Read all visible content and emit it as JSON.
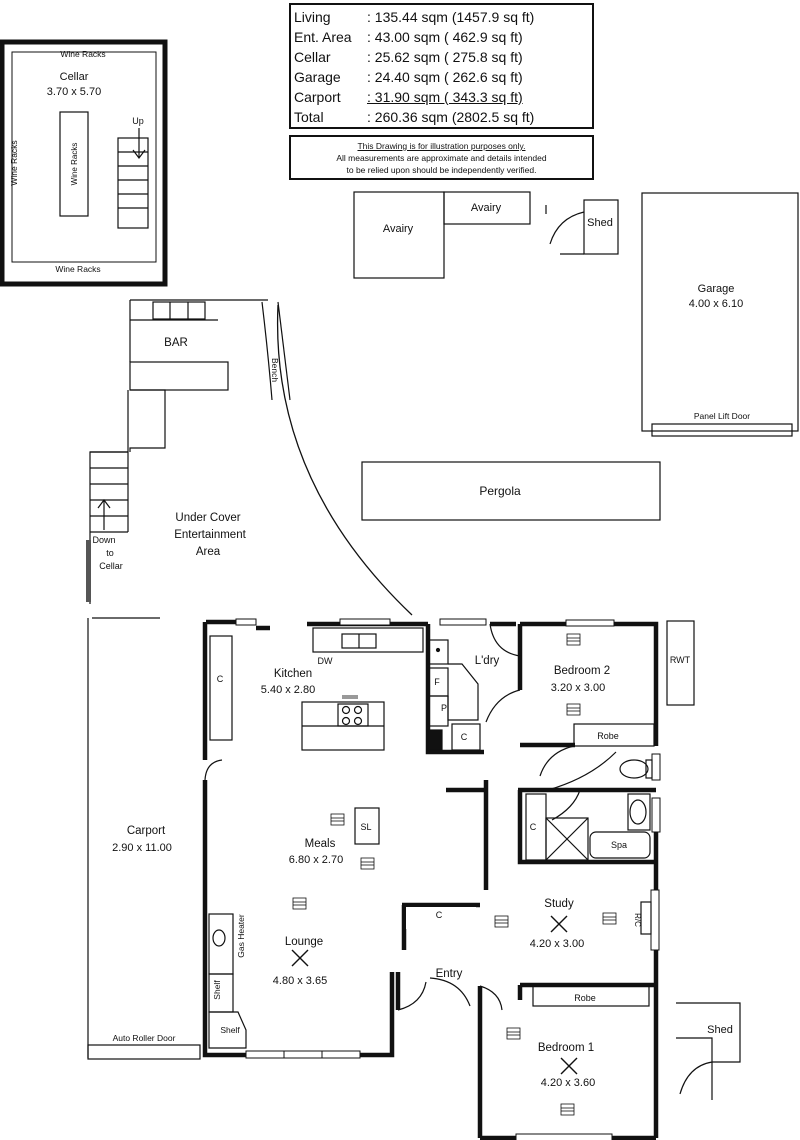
{
  "areas": {
    "living": {
      "label": "Living",
      "value": ": 135.44 sqm (1457.9 sq ft)"
    },
    "ent_area": {
      "label": "Ent. Area",
      "value": ":  43.00 sqm (  462.9 sq ft)"
    },
    "cellar": {
      "label": "Cellar",
      "value": ":  25.62 sqm (  275.8 sq ft)"
    },
    "garage": {
      "label": "Garage",
      "value": ":  24.40 sqm (  262.6 sq ft)"
    },
    "carport": {
      "label": "Carport",
      "value": ":  31.90 sqm (  343.3 sq ft)"
    },
    "total": {
      "label": "Total",
      "value": ": 260.36 sqm (2802.5 sq ft)"
    }
  },
  "disclaimer": {
    "line1": "This Drawing is for illustration purposes only.",
    "line2": "All measurements are approximate and details intended",
    "line3": "to be relied upon should be independently verified."
  },
  "cellar_inset": {
    "wine_racks_top": "Wine Racks",
    "wine_racks_bottom": "Wine Racks",
    "wine_racks_left": "Wine Racks",
    "wine_racks_center": "Wine Racks",
    "name": "Cellar",
    "size": "3.70 x 5.70",
    "up": "Up"
  },
  "outbuildings": {
    "avairy_left": "Avairy",
    "avairy_right": "Avairy",
    "shed_top": "Shed",
    "shed_bottom": "Shed",
    "garage_name": "Garage",
    "garage_size": "4.00 x 6.10",
    "panel_lift_door": "Panel Lift Door",
    "pergola": "Pergola"
  },
  "rooms": {
    "bar": "BAR",
    "bench": "Bench",
    "undercover_1": "Under Cover",
    "undercover_2": "Entertainment",
    "undercover_3": "Area",
    "down_1": "Down",
    "down_2": "to",
    "down_3": "Cellar",
    "kitchen_name": "Kitchen",
    "kitchen_size": "5.40 x 2.80",
    "dw": "DW",
    "c_kitchen": "C",
    "laundry": "L'dry",
    "f": "F",
    "p": "P",
    "c_laundry": "C",
    "bedroom2_name": "Bedroom 2",
    "bedroom2_size": "3.20 x 3.00",
    "robe_bed2": "Robe",
    "rwt": "RWT",
    "carport_name": "Carport",
    "carport_size": "2.90 x 11.00",
    "auto_roller_door": "Auto Roller Door",
    "meals_name": "Meals",
    "meals_size": "6.80 x 2.70",
    "sl": "SL",
    "c_bath": "C",
    "spa": "Spa",
    "gas_heater": "Gas Heater",
    "lounge_name": "Lounge",
    "lounge_size": "4.80 x 3.65",
    "shelf_1": "Shelf",
    "shelf_2": "Shelf",
    "c_hall": "C",
    "study_name": "Study",
    "study_size": "4.20 x 3.00",
    "rc": "R/C",
    "entry": "Entry",
    "robe_bed1": "Robe",
    "bedroom1_name": "Bedroom 1",
    "bedroom1_size": "4.20 x 3.60"
  }
}
